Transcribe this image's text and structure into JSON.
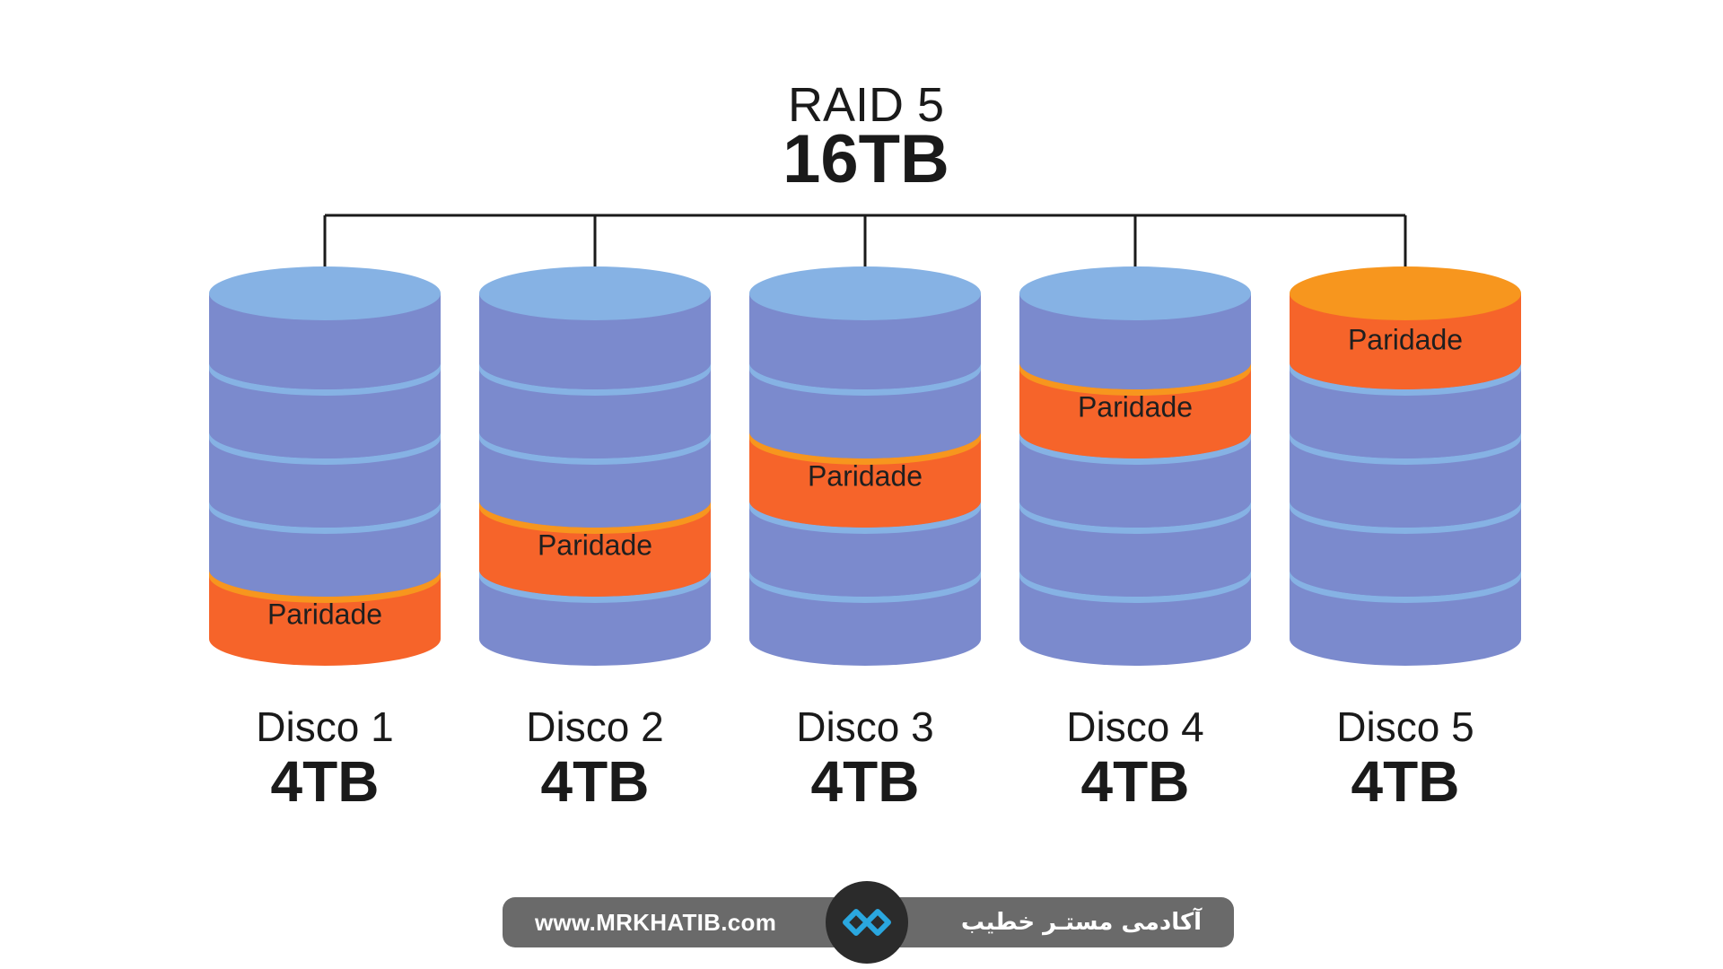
{
  "title": {
    "line1": "RAID 5",
    "line2": "16TB"
  },
  "colors": {
    "disk_top": "#86b2e4",
    "disk_body": "#7b8acd",
    "disk_stripe": "#86b2e4",
    "parity_top": "#f7961e",
    "parity_body": "#f6642a",
    "connector": "#1a1a1a"
  },
  "parity_label": "Paridade",
  "disks": [
    {
      "name": "Disco 1",
      "size": "4TB",
      "parity_segment": 5
    },
    {
      "name": "Disco 2",
      "size": "4TB",
      "parity_segment": 4
    },
    {
      "name": "Disco 3",
      "size": "4TB",
      "parity_segment": 3
    },
    {
      "name": "Disco 4",
      "size": "4TB",
      "parity_segment": 2
    },
    {
      "name": "Disco 5",
      "size": "4TB",
      "parity_segment": 1
    }
  ],
  "footer": {
    "url": "www.MRKHATIB.com",
    "brand": "آکادمی مستـر خطیب",
    "logo_icon": "infinity-icon"
  }
}
